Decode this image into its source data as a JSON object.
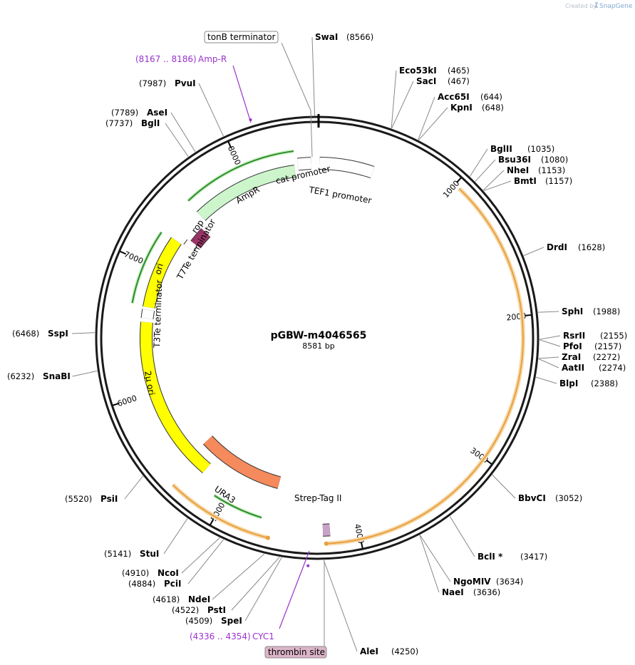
{
  "credit": {
    "created_by": "Created by",
    "brand": "SnapGene"
  },
  "plasmid": {
    "name": "pGBW-m4046565",
    "length_label": "8581 bp",
    "length_bp": 8581
  },
  "backbone": {
    "color": "#1a1a1a"
  },
  "ticks": [
    {
      "bp": 1000,
      "label": "1000"
    },
    {
      "bp": 2000,
      "label": "2000"
    },
    {
      "bp": 3000,
      "label": "3000"
    },
    {
      "bp": 4000,
      "label": "4000"
    },
    {
      "bp": 5000,
      "label": "5000"
    },
    {
      "bp": 6000,
      "label": "6000"
    },
    {
      "bp": 7000,
      "label": "7000"
    },
    {
      "bp": 8000,
      "label": "8000"
    }
  ],
  "sites": [
    {
      "name": "SwaI",
      "pos": "(8566)",
      "bp": 8566,
      "side": "right"
    },
    {
      "name": "Eco53kI",
      "pos": "(465)",
      "bp": 465,
      "side": "right"
    },
    {
      "name": "SacI",
      "pos": "(467)",
      "bp": 467,
      "side": "right"
    },
    {
      "name": "Acc65I",
      "pos": "(644)",
      "bp": 644,
      "side": "right"
    },
    {
      "name": "KpnI",
      "pos": "(648)",
      "bp": 648,
      "side": "right"
    },
    {
      "name": "BglII",
      "pos": "(1035)",
      "bp": 1035,
      "side": "right"
    },
    {
      "name": "Bsu36I",
      "pos": "(1080)",
      "bp": 1080,
      "side": "right"
    },
    {
      "name": "NheI",
      "pos": "(1153)",
      "bp": 1153,
      "side": "right"
    },
    {
      "name": "BmtI",
      "pos": "(1157)",
      "bp": 1157,
      "side": "right"
    },
    {
      "name": "DrdI",
      "pos": "(1628)",
      "bp": 1628,
      "side": "right"
    },
    {
      "name": "SphI",
      "pos": "(1988)",
      "bp": 1988,
      "side": "right"
    },
    {
      "name": "RsrII",
      "pos": "(2155)",
      "bp": 2155,
      "side": "right"
    },
    {
      "name": "PfoI",
      "pos": "(2157)",
      "bp": 2157,
      "side": "right"
    },
    {
      "name": "ZraI",
      "pos": "(2272)",
      "bp": 2272,
      "side": "right"
    },
    {
      "name": "AatII",
      "pos": "(2274)",
      "bp": 2274,
      "side": "right"
    },
    {
      "name": "BlpI",
      "pos": "(2388)",
      "bp": 2388,
      "side": "right"
    },
    {
      "name": "BbvCI",
      "pos": "(3052)",
      "bp": 3052,
      "side": "right"
    },
    {
      "name": "BclI *",
      "pos": "(3417)",
      "bp": 3417,
      "side": "right"
    },
    {
      "name": "NgoMIV",
      "pos": "(3634)",
      "bp": 3634,
      "side": "right"
    },
    {
      "name": "NaeI",
      "pos": "(3636)",
      "bp": 3636,
      "side": "right"
    },
    {
      "name": "AleI",
      "pos": "(4250)",
      "bp": 4250,
      "side": "right"
    },
    {
      "name": "SpeI",
      "pos": "(4509)",
      "bp": 4509,
      "side": "left"
    },
    {
      "name": "PstI",
      "pos": "(4522)",
      "bp": 4522,
      "side": "left"
    },
    {
      "name": "NdeI",
      "pos": "(4618)",
      "bp": 4618,
      "side": "left"
    },
    {
      "name": "PciI",
      "pos": "(4884)",
      "bp": 4884,
      "side": "left"
    },
    {
      "name": "NcoI",
      "pos": "(4910)",
      "bp": 4910,
      "side": "left"
    },
    {
      "name": "StuI",
      "pos": "(5141)",
      "bp": 5141,
      "side": "left"
    },
    {
      "name": "PsiI",
      "pos": "(5520)",
      "bp": 5520,
      "side": "left"
    },
    {
      "name": "SnaBI",
      "pos": "(6232)",
      "bp": 6232,
      "side": "left"
    },
    {
      "name": "SspI",
      "pos": "(6468)",
      "bp": 6468,
      "side": "left"
    },
    {
      "name": "BglI",
      "pos": "(7737)",
      "bp": 7737,
      "side": "left"
    },
    {
      "name": "AseI",
      "pos": "(7789)",
      "bp": 7789,
      "side": "left"
    },
    {
      "name": "PvuI",
      "pos": "(7987)",
      "bp": 7987,
      "side": "left"
    }
  ],
  "primers": [
    {
      "range": "(8167 .. 8186)",
      "name": "Amp-R",
      "bp": 8176,
      "color": "#9933cc"
    },
    {
      "range": "(4336 .. 4354)",
      "name": "CYC1",
      "bp": 4345,
      "color": "#9933cc"
    }
  ],
  "features": [
    {
      "name": "tonB terminator",
      "start": 8560,
      "end": 8581,
      "color": "#ffffff",
      "boxed": true
    },
    {
      "name": "cat promoter",
      "start": 8430,
      "end": 8533,
      "color": "#ffffff"
    },
    {
      "name": "TEF1 promoter",
      "start": 20,
      "end": 440,
      "color": "#ffffff"
    },
    {
      "name": "AmpR",
      "start": 7540,
      "end": 8400,
      "color": "#ccf5cc"
    },
    {
      "name": "rop",
      "start": 7330,
      "end": 7470,
      "color": "#993366"
    },
    {
      "name": "T7Te terminator",
      "start": 7270,
      "end": 7320,
      "color": "#ffffff"
    },
    {
      "name": "ori",
      "start": 6680,
      "end": 7260,
      "color": "#ffff00"
    },
    {
      "name": "T3Te terminator",
      "start": 6590,
      "end": 6660,
      "color": "#ffffff"
    },
    {
      "name": "2μ ori",
      "start": 5250,
      "end": 6560,
      "color": "#ffff00"
    },
    {
      "name": "URA3",
      "start": 4640,
      "end": 5410,
      "color": "#f58a5c"
    },
    {
      "name": "Strep-Tag II",
      "start": 4200,
      "end": 4250,
      "color": "#c8a2c8"
    },
    {
      "name": "thrombin site",
      "start": 4255,
      "end": 4275,
      "color": "#dcb4c8",
      "boxed": true
    }
  ],
  "orfs": [
    {
      "start": 1040,
      "end": 4230,
      "color": "#e8a040"
    },
    {
      "start": 4620,
      "end": 5350,
      "color": "#e8a040"
    }
  ],
  "green_orfs": [
    {
      "start": 7550,
      "end": 8410
    },
    {
      "start": 6690,
      "end": 7250
    },
    {
      "start": 4700,
      "end": 5080
    }
  ]
}
